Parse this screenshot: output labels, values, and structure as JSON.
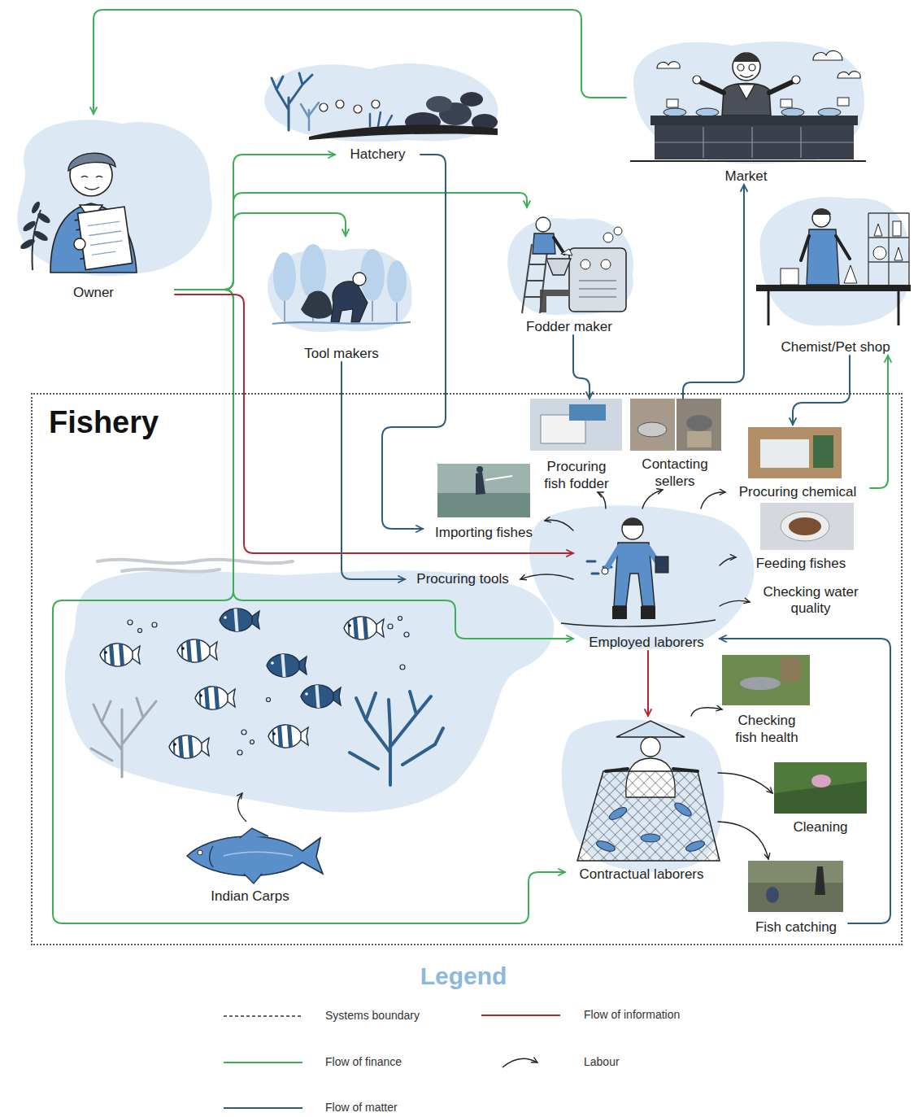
{
  "diagram": {
    "nodes": [
      {
        "text": [
          "Hatchery"
        ]
      },
      {
        "text": [
          "Market"
        ]
      },
      {
        "text": [
          "Owner"
        ]
      },
      {
        "text": [
          "Tool makers"
        ]
      },
      {
        "text": [
          "Fodder maker"
        ]
      },
      {
        "text": [
          "Chemist/Pet shop"
        ]
      },
      {
        "text": [
          "Fishery"
        ]
      },
      {
        "text": [
          "Procuring fish fodder"
        ],
        "in": 6
      },
      {
        "text": [
          "Contacting sellers"
        ],
        "in": 6
      },
      {
        "text": [
          "Procuring chemical"
        ],
        "in": 6
      },
      {
        "text": [
          "Importing fishes"
        ],
        "in": 6
      },
      {
        "text": [
          "Feeding fishes"
        ],
        "in": 6
      },
      {
        "text": [
          "Procuring tools"
        ],
        "in": 6
      },
      {
        "text": [
          "Checking water quality"
        ],
        "in": 6
      },
      {
        "text": [
          "Employed laborers"
        ],
        "in": 6
      },
      {
        "text": [
          "Checking fish health"
        ],
        "in": 6
      },
      {
        "text": [
          "Cleaning"
        ],
        "in": 6
      },
      {
        "text": [
          "Indian Carps"
        ],
        "in": 6
      },
      {
        "text": [
          "Contractual laborers"
        ],
        "in": 6
      },
      {
        "text": [
          "Fish catching"
        ],
        "in": 6
      }
    ],
    "edges": [
      {
        "from": 1,
        "to": 2,
        "arrow": "to"
      },
      {
        "from": 2,
        "to": 0,
        "arrow": "to"
      },
      {
        "from": 2,
        "to": 4,
        "arrow": "to"
      },
      {
        "from": 2,
        "to": 3,
        "arrow": "to"
      },
      {
        "from": 2,
        "to": 14,
        "arrow": "to"
      },
      {
        "from": 2,
        "to": 18,
        "arrow": "to"
      },
      {
        "from": 9,
        "to": 5,
        "arrow": "to"
      },
      {
        "from": 2,
        "to": 14,
        "arrow": "to"
      },
      {
        "from": 14,
        "to": 18,
        "arrow": "to"
      },
      {
        "from": 0,
        "to": 10,
        "arrow": "to"
      },
      {
        "from": 3,
        "to": 12,
        "arrow": "to"
      },
      {
        "from": 4,
        "to": 7,
        "arrow": "to"
      },
      {
        "from": 5,
        "to": 9,
        "arrow": "to"
      },
      {
        "from": 8,
        "to": 1,
        "arrow": "to"
      },
      {
        "from": 19,
        "to": 14,
        "arrow": "to"
      },
      {
        "from": 14,
        "to": 10,
        "arrow": "to"
      },
      {
        "from": 14,
        "to": 7,
        "arrow": "to"
      },
      {
        "from": 14,
        "to": 8,
        "arrow": "to"
      },
      {
        "from": 14,
        "to": 9,
        "arrow": "to"
      },
      {
        "from": 14,
        "to": 11,
        "arrow": "to"
      },
      {
        "from": 14,
        "to": 13,
        "arrow": "to"
      },
      {
        "from": 14,
        "to": 12,
        "arrow": "to"
      },
      {
        "from": 18,
        "to": 15,
        "arrow": "to"
      },
      {
        "from": 18,
        "to": 16,
        "arrow": "to"
      },
      {
        "from": 18,
        "to": 19,
        "arrow": "to"
      }
    ],
    "labels": [
      "Legend"
    ],
    "legend": [
      {
        "text": "Systems boundary"
      },
      {
        "text": "Flow of information"
      },
      {
        "text": "Flow of finance"
      },
      {
        "text": "Labour"
      },
      {
        "text": "Flow of matter"
      }
    ]
  }
}
